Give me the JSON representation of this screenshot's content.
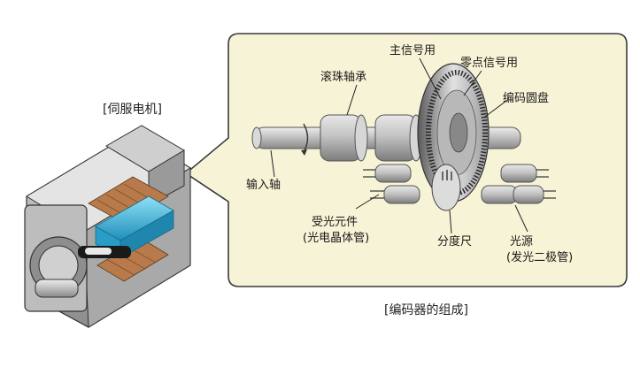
{
  "motor": {
    "caption": "[伺服电机]"
  },
  "encoder": {
    "caption": "[编码器的组成]",
    "labels": {
      "main_signal": "主信号用",
      "zero_signal": "零点信号用",
      "ball_bearing": "滚珠轴承",
      "code_disk": "编码圆盘",
      "input_shaft": "输入轴",
      "receiver_line1": "受光元件",
      "receiver_line2": "(光电晶体管)",
      "scale": "分度尺",
      "light_line1": "光源",
      "light_line2": "(发光二极管)"
    }
  },
  "colors": {
    "panel_fill": "#f7f3d6",
    "panel_stroke": "#3a3a3a",
    "metal": "#c8c8c8",
    "copper": "#b87a4a",
    "blue_core": "#3ab0d8"
  }
}
